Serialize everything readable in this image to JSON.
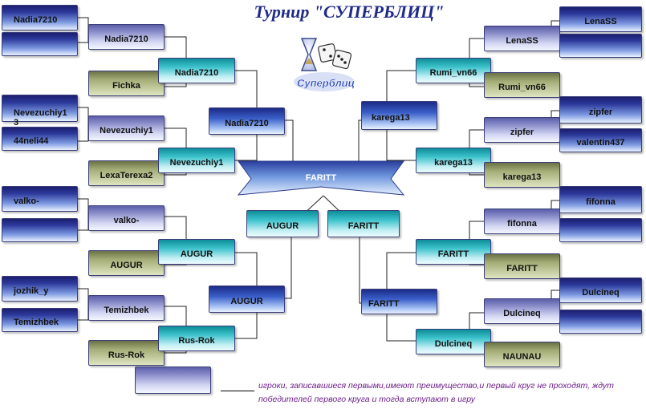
{
  "title": "Турнир \"СУПЕРБЛИЦ\"",
  "logo_text": "Суперблиц",
  "final_winner": "FARITT",
  "semifinal": {
    "left": "AUGUR",
    "right": "FARITT"
  },
  "left": {
    "r1": [
      "Nadia7210",
      "",
      "Nevezuchiy1\n3",
      "44neli44",
      "valko-",
      "",
      "jozhik_y",
      "Temizhbek"
    ],
    "r1_extra": "",
    "r2": [
      "Nadia7210",
      "Fichka",
      "Nevezuchiy1",
      "LexaTerexa2",
      "valko-",
      "AUGUR",
      "Temizhbek",
      "Rus-Rok"
    ],
    "r3": [
      "Nadia7210",
      "Nevezuchiy1",
      "AUGUR",
      "Rus-Rok"
    ],
    "r4": [
      "Nadia7210",
      "AUGUR"
    ]
  },
  "right": {
    "r1": [
      "LenaSS",
      "",
      "zipfer",
      "valentin437",
      "fifonna",
      "",
      "Dulcineq",
      ""
    ],
    "r2": [
      "LenaSS",
      "Rumi_vn66",
      "zipfer",
      "karega13",
      "fifonna",
      "FARITT",
      "Dulcineq",
      "NAUNAU"
    ],
    "r3": [
      "Rumi_vn66",
      "karega13",
      "FARITT",
      "Dulcineq"
    ],
    "r4": [
      "karega13",
      "FARITT"
    ]
  },
  "note_text": "игроки, записавшиеся первыми,имеют преимущество,и первый круг не проходят, ждут победителей первого круга и тогда вступают в игру",
  "colors": {
    "navy": "#1b1e6e",
    "lavender": "#8c8fcb",
    "olive": "#a4ad77",
    "cyan": "#3cc2cc",
    "title": "#1f2a8a",
    "note": "#6b1d8a"
  }
}
